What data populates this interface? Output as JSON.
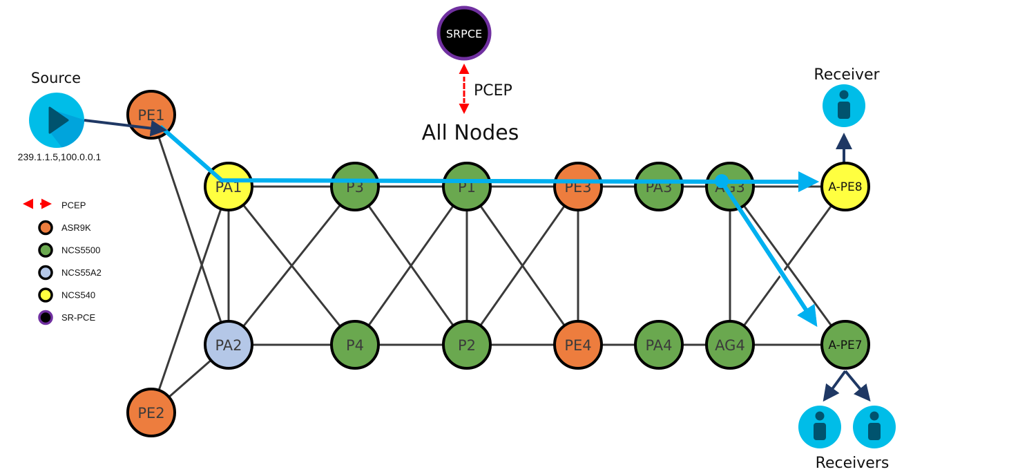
{
  "title_labels": {
    "source": "Source",
    "source_address": "239.1.1.5,100.0.0.1",
    "receiver": "Receiver",
    "receivers": "Receivers",
    "pcep": "PCEP",
    "all_nodes": "All Nodes"
  },
  "colors": {
    "asr9k": "#ed7d3e",
    "ncs5500": "#6aa84f",
    "ncs55a2": "#b4c7e7",
    "ncs540": "#ffff40",
    "srpce_fill": "#000000",
    "srpce_ring": "#7030a0",
    "link": "#3a3a3a",
    "path": "#00b0f0",
    "edge_arrow": "#1f3864",
    "pcep": "#ff0000",
    "endpoint": "#00b8e6",
    "endpoint_dark": "#00536e"
  },
  "srpce": {
    "label": "SRPCE"
  },
  "nodes": [
    {
      "id": "PE1",
      "label": "PE1",
      "type": "asr9k"
    },
    {
      "id": "PE2",
      "label": "PE2",
      "type": "asr9k"
    },
    {
      "id": "PA1",
      "label": "PA1",
      "type": "ncs540"
    },
    {
      "id": "PA2",
      "label": "PA2",
      "type": "ncs55a2"
    },
    {
      "id": "P3",
      "label": "P3",
      "type": "ncs5500"
    },
    {
      "id": "P4",
      "label": "P4",
      "type": "ncs5500"
    },
    {
      "id": "P1",
      "label": "P1",
      "type": "ncs5500"
    },
    {
      "id": "P2",
      "label": "P2",
      "type": "ncs5500"
    },
    {
      "id": "PE3",
      "label": "PE3",
      "type": "asr9k"
    },
    {
      "id": "PE4",
      "label": "PE4",
      "type": "asr9k"
    },
    {
      "id": "PA3",
      "label": "PA3",
      "type": "ncs5500"
    },
    {
      "id": "PA4",
      "label": "PA4",
      "type": "ncs5500"
    },
    {
      "id": "AG3",
      "label": "AG3",
      "type": "ncs5500"
    },
    {
      "id": "AG4",
      "label": "AG4",
      "type": "ncs5500"
    },
    {
      "id": "APE8",
      "label": "A-PE8",
      "type": "ncs540"
    },
    {
      "id": "APE7",
      "label": "A-PE7",
      "type": "ncs5500"
    }
  ],
  "links": [
    [
      "PE1",
      "PA1"
    ],
    [
      "PE1",
      "PA2"
    ],
    [
      "PE2",
      "PA1"
    ],
    [
      "PE2",
      "PA2"
    ],
    [
      "PA1",
      "PA2"
    ],
    [
      "PA1",
      "P3"
    ],
    [
      "PA1",
      "P4"
    ],
    [
      "PA2",
      "P3"
    ],
    [
      "PA2",
      "P4"
    ],
    [
      "P3",
      "P1"
    ],
    [
      "P3",
      "P2"
    ],
    [
      "P4",
      "P1"
    ],
    [
      "P4",
      "P2"
    ],
    [
      "P1",
      "P2"
    ],
    [
      "P1",
      "PE3"
    ],
    [
      "P1",
      "PE4"
    ],
    [
      "P2",
      "PE3"
    ],
    [
      "P2",
      "PE4"
    ],
    [
      "PE3",
      "PE4"
    ],
    [
      "PE3",
      "PA3"
    ],
    [
      "PE4",
      "PA4"
    ],
    [
      "PA3",
      "AG3"
    ],
    [
      "PA4",
      "AG4"
    ],
    [
      "AG3",
      "AG4"
    ],
    [
      "AG3",
      "APE8"
    ],
    [
      "AG3",
      "APE7"
    ],
    [
      "AG4",
      "APE8"
    ],
    [
      "AG4",
      "APE7"
    ]
  ],
  "multicast_path": {
    "trunk": [
      "PE1",
      "PA1",
      "AG3"
    ],
    "branches": [
      [
        "AG3",
        "APE8"
      ],
      [
        "AG3",
        "APE7"
      ]
    ]
  },
  "legend": [
    {
      "kind": "pcep-arrow",
      "label": "PCEP"
    },
    {
      "kind": "asr9k",
      "label": "ASR9K"
    },
    {
      "kind": "ncs5500",
      "label": "NCS5500"
    },
    {
      "kind": "ncs55a2",
      "label": "NCS55A2"
    },
    {
      "kind": "ncs540",
      "label": "NCS540"
    },
    {
      "kind": "srpce",
      "label": "SR-PCE"
    }
  ]
}
